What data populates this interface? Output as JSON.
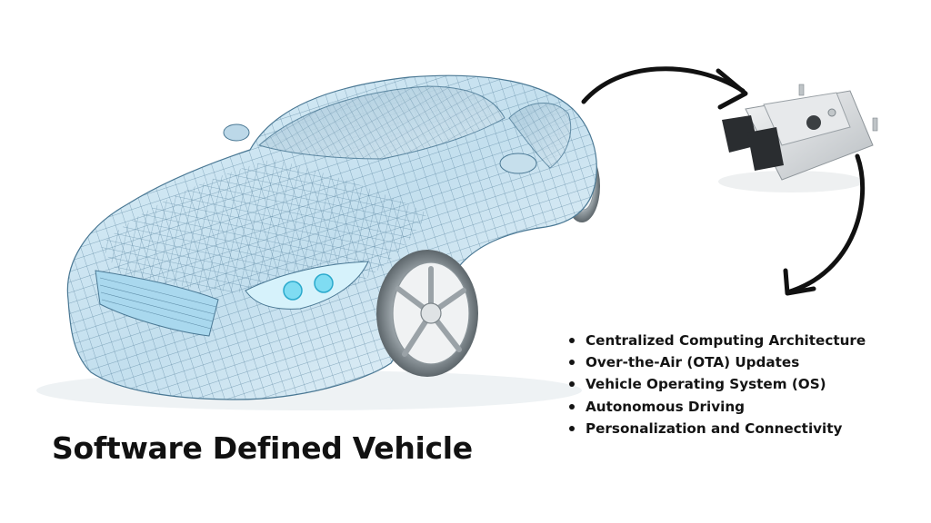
{
  "title": "Software Defined Vehicle",
  "features": [
    "Centralized Computing Architecture",
    "Over-the-Air (OTA) Updates",
    "Vehicle Operating System (OS)",
    "Autonomous Driving",
    "Personalization and Connectivity"
  ],
  "graphics": {
    "car": "wireframe-car-illustration",
    "ecu": "electronic-control-unit-illustration",
    "arrow_1": "car-to-ecu-arrow",
    "arrow_2": "ecu-to-features-arrow"
  },
  "colors": {
    "background": "#ffffff",
    "text": "#141414",
    "wireframe": "#4a7894",
    "car_tint": "#cfe6f2",
    "headlight": "#5fd3ee",
    "arrow": "#111111",
    "ecu_body": "#d9dcde",
    "ecu_connector": "#2a2d30"
  }
}
